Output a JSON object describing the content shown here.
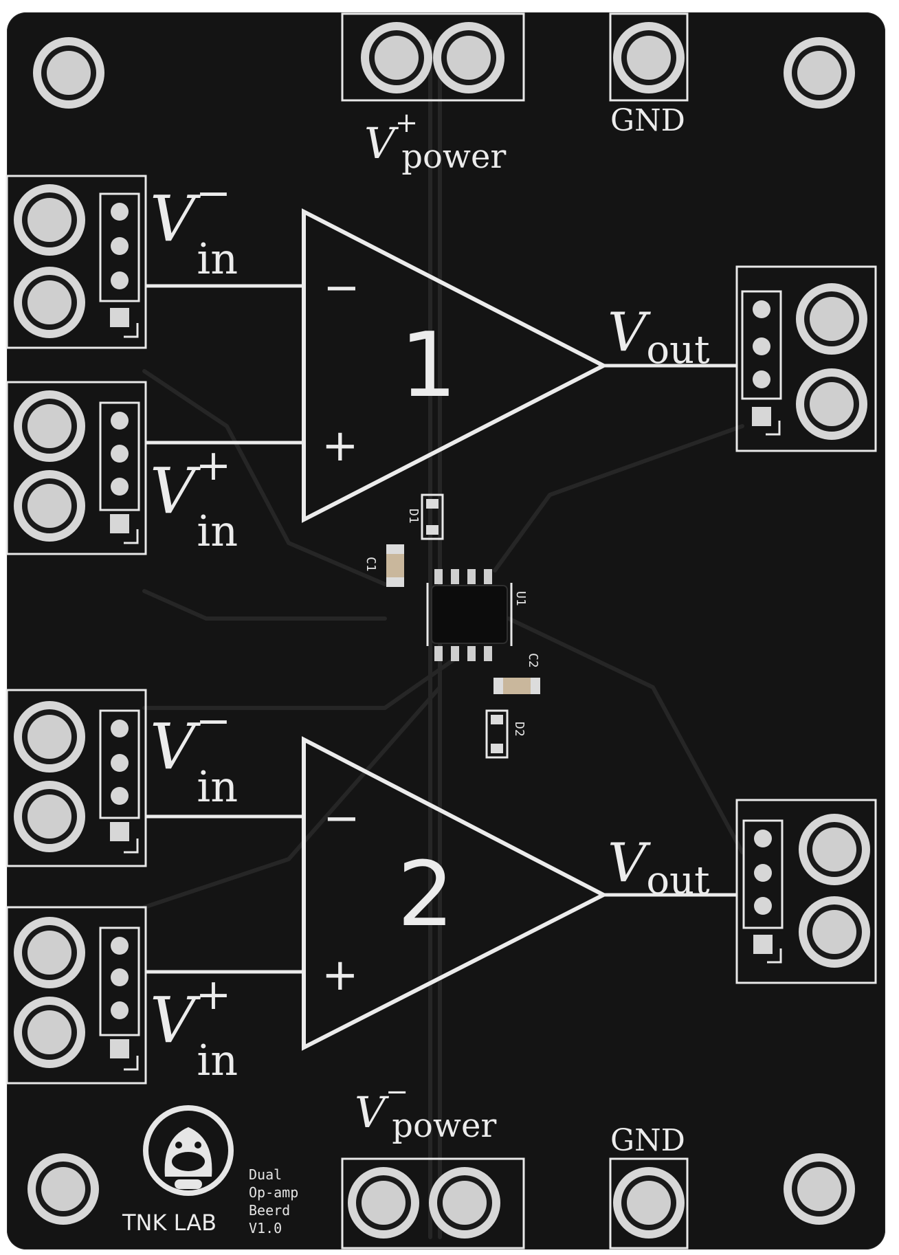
{
  "board": {
    "color": "#141414",
    "silkscreen_color": "#e9e9e9",
    "pad_color": "#d7d7d7"
  },
  "labels": {
    "v_power_plus_main": "V",
    "v_power_plus_sup": "+",
    "v_power_plus_sub": "power",
    "gnd_top": "GND",
    "v_power_minus_main": "V",
    "v_power_minus_sup": "−",
    "v_power_minus_sub": "power",
    "gnd_bottom": "GND",
    "vin_main": "V",
    "vin_sub": "in",
    "sup_minus": "−",
    "sup_plus": "+",
    "vout_main": "V",
    "vout_sub": "out"
  },
  "opamps": [
    {
      "number": "1",
      "minus_symbol": "−",
      "plus_symbol": "+"
    },
    {
      "number": "2",
      "minus_symbol": "−",
      "plus_symbol": "+"
    }
  ],
  "components": {
    "c1": "C1",
    "c2": "C2",
    "d1": "D1",
    "d2": "D2",
    "u1": "U1"
  },
  "logo": {
    "name": "TNK LAB",
    "title_lines": [
      "Dual",
      "Op-amp",
      "Beerd",
      "V1.0"
    ]
  }
}
